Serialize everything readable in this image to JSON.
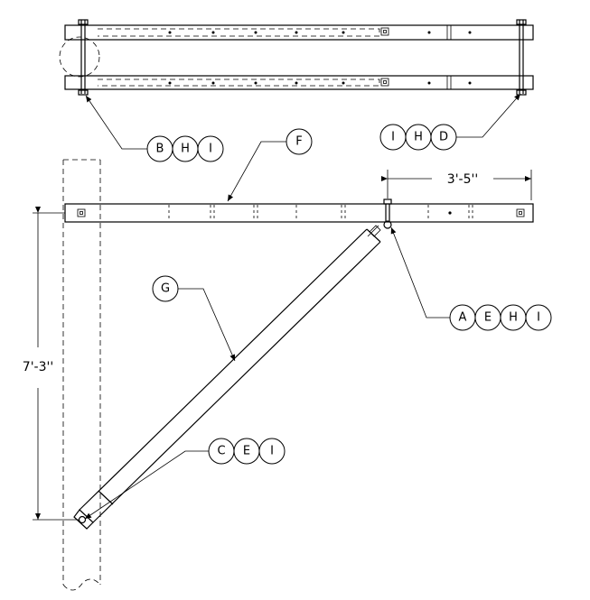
{
  "dimensions": {
    "horizontal": "3'-5''",
    "vertical": "7'-3''"
  },
  "callouts": {
    "top_left": [
      "B",
      "H",
      "I"
    ],
    "top_right": [
      "I",
      "H",
      "D"
    ],
    "crossarm": [
      "F"
    ],
    "brace_top": [
      "A",
      "E",
      "H",
      "I"
    ],
    "brace": [
      "G"
    ],
    "brace_bottom": [
      "C",
      "E",
      "I"
    ]
  }
}
